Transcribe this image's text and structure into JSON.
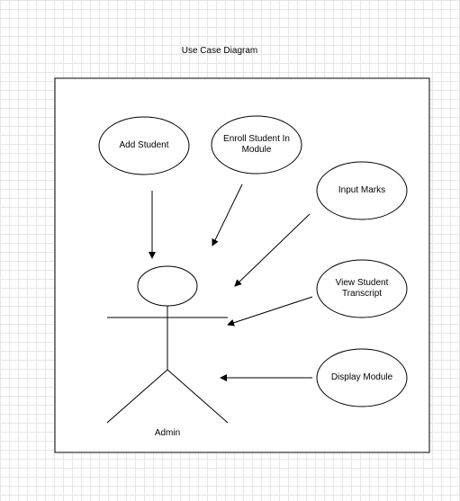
{
  "diagram": {
    "title": "Use Case Diagram",
    "actor": {
      "name": "Admin"
    },
    "use_cases": [
      {
        "id": "add-student",
        "label": "Add Student"
      },
      {
        "id": "enroll-student-in-module",
        "label": "Enroll Student In\nModule"
      },
      {
        "id": "input-marks",
        "label": "Input Marks"
      },
      {
        "id": "view-student-transcript",
        "label": "View Student\nTranscript"
      },
      {
        "id": "display-module",
        "label": "Display Module"
      }
    ]
  }
}
